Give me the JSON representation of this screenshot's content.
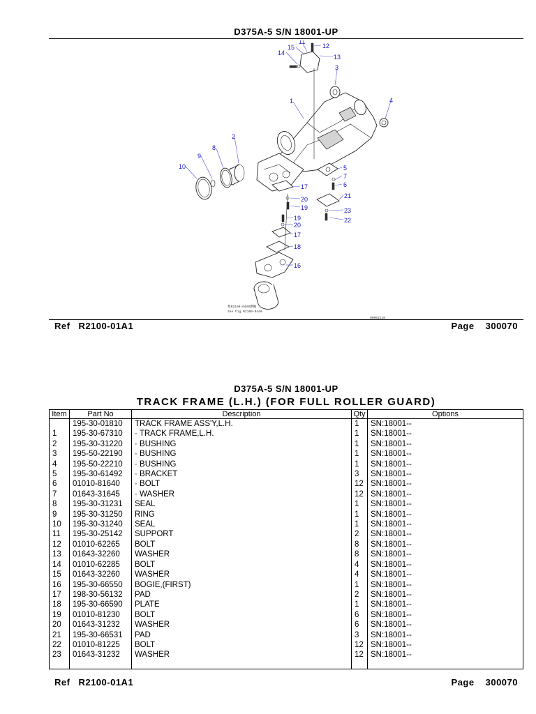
{
  "page1": {
    "header": "D375A-5 S/N 18001-UP",
    "diagram": {
      "callouts": [
        "1",
        "2",
        "3",
        "4",
        "5",
        "6",
        "7",
        "8",
        "9",
        "10",
        "11",
        "12",
        "13",
        "14",
        "15",
        "16",
        "17",
        "18",
        "19",
        "20",
        "21",
        "22",
        "23",
        "19",
        "20",
        "17"
      ],
      "note_lines": [
        "見R2100-04A0参照",
        "See Fig.R2100-04A0"
      ],
      "small_code": "00002210"
    },
    "footer": {
      "ref_label": "Ref",
      "ref_value": "R2100-01A1",
      "page_label": "Page",
      "page_value": "300070"
    }
  },
  "page2": {
    "header": "D375A-5 S/N 18001-UP",
    "title": "TRACK FRAME (L.H.) (FOR FULL ROLLER GUARD)",
    "columns": {
      "item": "Item",
      "part_no": "Part No",
      "description": "Description",
      "qty": "Qty",
      "options": "Options"
    },
    "rows": [
      [
        "",
        "195-30-01810",
        "TRACK FRAME ASS'Y,L.H.",
        "1",
        "SN:18001--"
      ],
      [
        "1",
        "195-30-67310",
        "· TRACK FRAME,L.H.",
        "1",
        "SN:18001--"
      ],
      [
        "2",
        "195-30-31220",
        "· BUSHING",
        "1",
        "SN:18001--"
      ],
      [
        "3",
        "195-50-22190",
        "· BUSHING",
        "1",
        "SN:18001--"
      ],
      [
        "4",
        "195-50-22210",
        "· BUSHING",
        "1",
        "SN:18001--"
      ],
      [
        "5",
        "195-30-61492",
        "· BRACKET",
        "3",
        "SN:18001--"
      ],
      [
        "6",
        "01010-81640",
        "· BOLT",
        "12",
        "SN:18001--"
      ],
      [
        "7",
        "01643-31645",
        "· WASHER",
        "12",
        "SN:18001--"
      ],
      [
        "8",
        "195-30-31231",
        "SEAL",
        "1",
        "SN:18001--"
      ],
      [
        "9",
        "195-30-31250",
        "RING",
        "1",
        "SN:18001--"
      ],
      [
        "10",
        "195-30-31240",
        "SEAL",
        "1",
        "SN:18001--"
      ],
      [
        "11",
        "195-30-25142",
        "SUPPORT",
        "2",
        "SN:18001--"
      ],
      [
        "12",
        "01010-62265",
        "BOLT",
        "8",
        "SN:18001--"
      ],
      [
        "13",
        "01643-32260",
        "WASHER",
        "8",
        "SN:18001--"
      ],
      [
        "14",
        "01010-62285",
        "BOLT",
        "4",
        "SN:18001--"
      ],
      [
        "15",
        "01643-32260",
        "WASHER",
        "4",
        "SN:18001--"
      ],
      [
        "16",
        "195-30-66550",
        "BOGIE,(FIRST)",
        "1",
        "SN:18001--"
      ],
      [
        "17",
        "198-30-56132",
        "PAD",
        "2",
        "SN:18001--"
      ],
      [
        "18",
        "195-30-66590",
        "PLATE",
        "1",
        "SN:18001--"
      ],
      [
        "19",
        "01010-81230",
        "BOLT",
        "6",
        "SN:18001--"
      ],
      [
        "20",
        "01643-31232",
        "WASHER",
        "6",
        "SN:18001--"
      ],
      [
        "21",
        "195-30-66531",
        "PAD",
        "3",
        "SN:18001--"
      ],
      [
        "22",
        "01010-81225",
        "BOLT",
        "12",
        "SN:18001--"
      ],
      [
        "23",
        "01643-31232",
        "WASHER",
        "12",
        "SN:18001--"
      ]
    ],
    "footer": {
      "ref_label": "Ref",
      "ref_value": "R2100-01A1",
      "page_label": "Page",
      "page_value": "300070"
    }
  }
}
